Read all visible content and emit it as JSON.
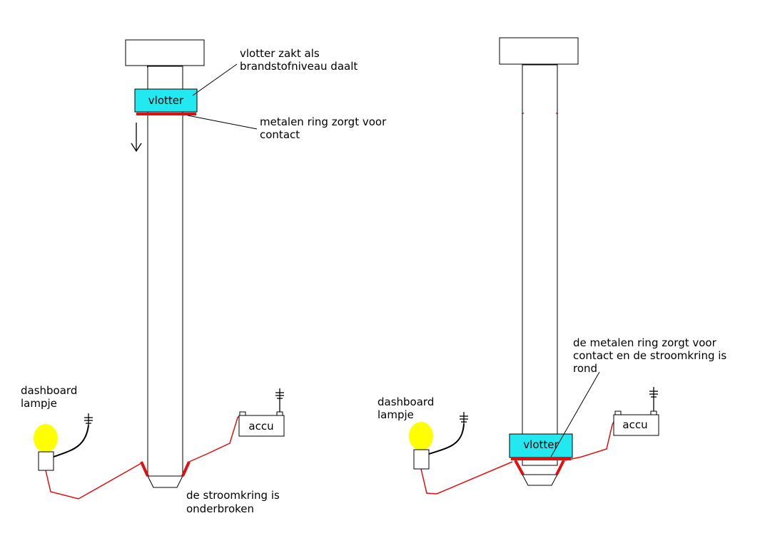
{
  "colors": {
    "wire": "#e01010",
    "float": "#22e8f0",
    "bulb": "#ffff00",
    "line": "#000000"
  },
  "left": {
    "float_label": "vlotter",
    "note_float": [
      "vlotter zakt als",
      "brandstofniveau daalt"
    ],
    "note_ring": [
      "metalen ring zorgt voor",
      "contact"
    ],
    "lamp_label": [
      "dashboard",
      "lampje"
    ],
    "battery_label": "accu",
    "note_circuit": [
      "de stroomkring is",
      "onderbroken"
    ]
  },
  "right": {
    "float_label": "vlotter",
    "note_ring": [
      "de metalen ring zorgt voor",
      "contact en de stroomkring is",
      "rond"
    ],
    "lamp_label": [
      "dashboard",
      "lampje"
    ],
    "battery_label": "accu"
  }
}
